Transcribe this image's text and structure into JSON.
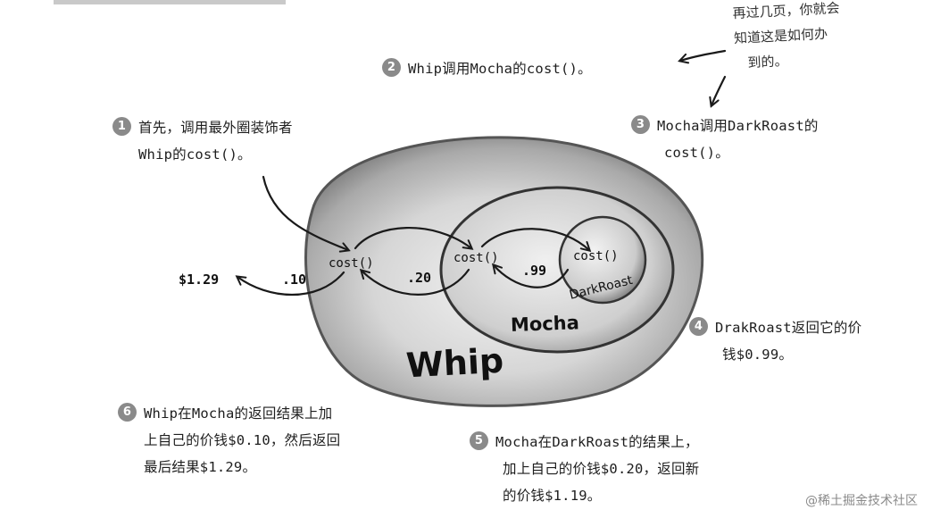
{
  "handwritten_note": [
    "再过几页，你就会",
    "知道这是如何办",
    "到的。"
  ],
  "steps": [
    {
      "num": "1",
      "lines": [
        "首先，调用最外圈装饰者",
        "Whip的cost()。"
      ]
    },
    {
      "num": "2",
      "lines": [
        "Whip调用Mocha的cost()。"
      ]
    },
    {
      "num": "3",
      "lines": [
        "Mocha调用DarkRoast的",
        "cost()。"
      ]
    },
    {
      "num": "4",
      "lines": [
        "DrakRoast返回它的价",
        "钱$0.99。"
      ]
    },
    {
      "num": "5",
      "lines": [
        "Mocha在DarkRoast的结果上，",
        "加上自己的价钱$0.20，返回新",
        "的价钱$1.19。"
      ]
    },
    {
      "num": "6",
      "lines": [
        "Whip在Mocha的返回结果上加",
        "上自己的价钱$0.10，然后返回",
        "最后结果$1.29。"
      ]
    }
  ],
  "diagram": {
    "layers": {
      "outer": "Whip",
      "middle": "Mocha",
      "inner": "DarkRoast"
    },
    "method_label": "cost()",
    "values": {
      "result": "$1.29",
      "whip": ".10",
      "mocha": ".20",
      "darkroast": ".99"
    }
  },
  "watermark": "@稀土掘金技术社区"
}
